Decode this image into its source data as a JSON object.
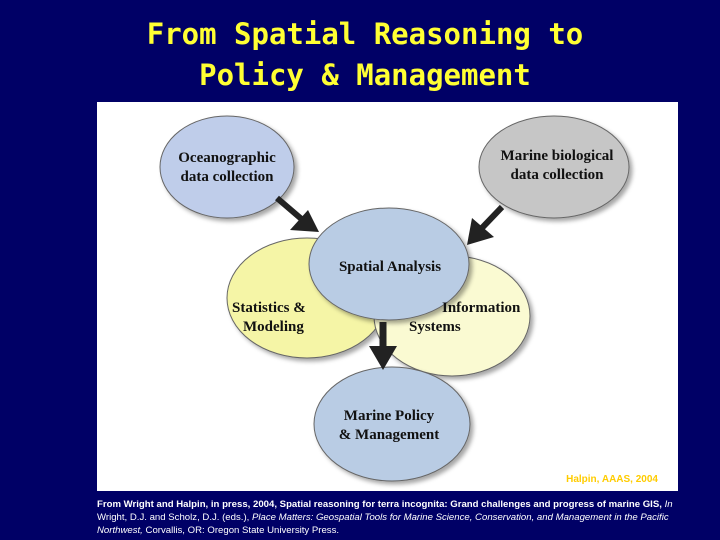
{
  "title": {
    "line1": "From Spatial Reasoning to",
    "line2": "Policy & Management"
  },
  "diagram": {
    "nodes": {
      "oceanographic": {
        "line1": "Oceanographic",
        "line2": "data collection",
        "color": "#bfcdea"
      },
      "marine_bio": {
        "line1": "Marine biological",
        "line2": "data collection",
        "color": "#c6c6c6"
      },
      "spatial": {
        "line1": "Spatial Analysis",
        "color": "#b9cce4"
      },
      "statistics": {
        "line1": "Statistics &",
        "line2": "Modeling",
        "color": "#f5f5a6"
      },
      "information": {
        "line1": "Information",
        "line2": "Systems",
        "color": "#fafad2"
      },
      "policy": {
        "line1": "Marine Policy",
        "line2": "& Management",
        "color": "#b9cce4"
      }
    },
    "credit": "Halpin, AAAS, 2004"
  },
  "citation": {
    "bold": "From Wright and Halpin, in press, 2004, Spatial reasoning for terra incognita: Grand challenges and progress of marine GIS,",
    "in": " In",
    "text1": " Wright, D.J. and Scholz, D.J. (eds.), ",
    "italic": "Place Matters: Geospatial Tools for Marine Science, Conservation, and Management in the Pacific Northwest,",
    "text2": " Corvallis, OR: Oregon State University Press."
  },
  "colors": {
    "background": "#000066",
    "title": "#ffff33",
    "credit": "#ffcc00"
  }
}
